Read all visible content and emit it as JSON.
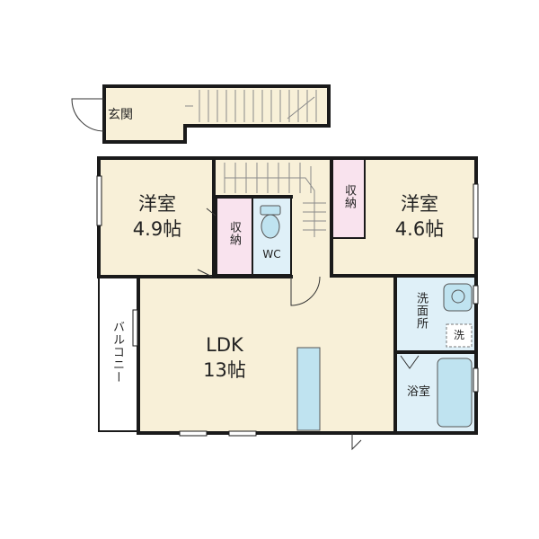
{
  "rooms": {
    "genkan": {
      "name": "玄関"
    },
    "western_left": {
      "name": "洋室",
      "size": "4.9帖"
    },
    "western_right": {
      "name": "洋室",
      "size": "4.6帖"
    },
    "storage_left": {
      "name": "収納"
    },
    "storage_right": {
      "name": "収納"
    },
    "toilet": {
      "name": "WC"
    },
    "ldk": {
      "name": "LDK",
      "size": "13帖"
    },
    "washroom": {
      "name": "洗面所"
    },
    "laundry": {
      "name": "洗"
    },
    "bathroom": {
      "name": "浴室"
    },
    "balcony": {
      "name": "バルコニー"
    }
  },
  "colors": {
    "wall": "#1a1a1a",
    "floor": "#f8f0d8",
    "storage": "#f9e3ee",
    "wet_area": "#dff0f8",
    "fixture": "#bfe3f0",
    "stair_line": "#8a8a8a"
  }
}
